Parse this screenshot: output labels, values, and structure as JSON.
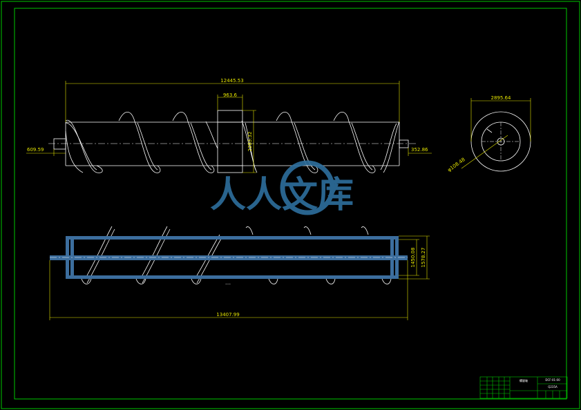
{
  "colors": {
    "background": "#000000",
    "frame": "#00c800",
    "geometry": "#ffffff",
    "dimension": "#e6e600",
    "section": "#3c6e9e",
    "watermark": "#2e6f9e"
  },
  "top_view": {
    "overall_length": "12445.53",
    "flight_pitch": "963.6",
    "flight_diameter": "2283.32",
    "left_shaft_end": "609.59",
    "right_shaft_end": "352.86"
  },
  "end_view": {
    "outer_diameter": "2895.64",
    "shaft_diameter": "φ108.48"
  },
  "section_view": {
    "overall_length": "13407.99",
    "inner_height": "1450.08",
    "outer_height": "1578.27",
    "center_mark": "——"
  },
  "title_block": {
    "drawing_name": "螺旋轴",
    "drawing_number": "DCF-01-00",
    "material": "Q235A"
  },
  "watermark": {
    "text": "人人文库"
  }
}
